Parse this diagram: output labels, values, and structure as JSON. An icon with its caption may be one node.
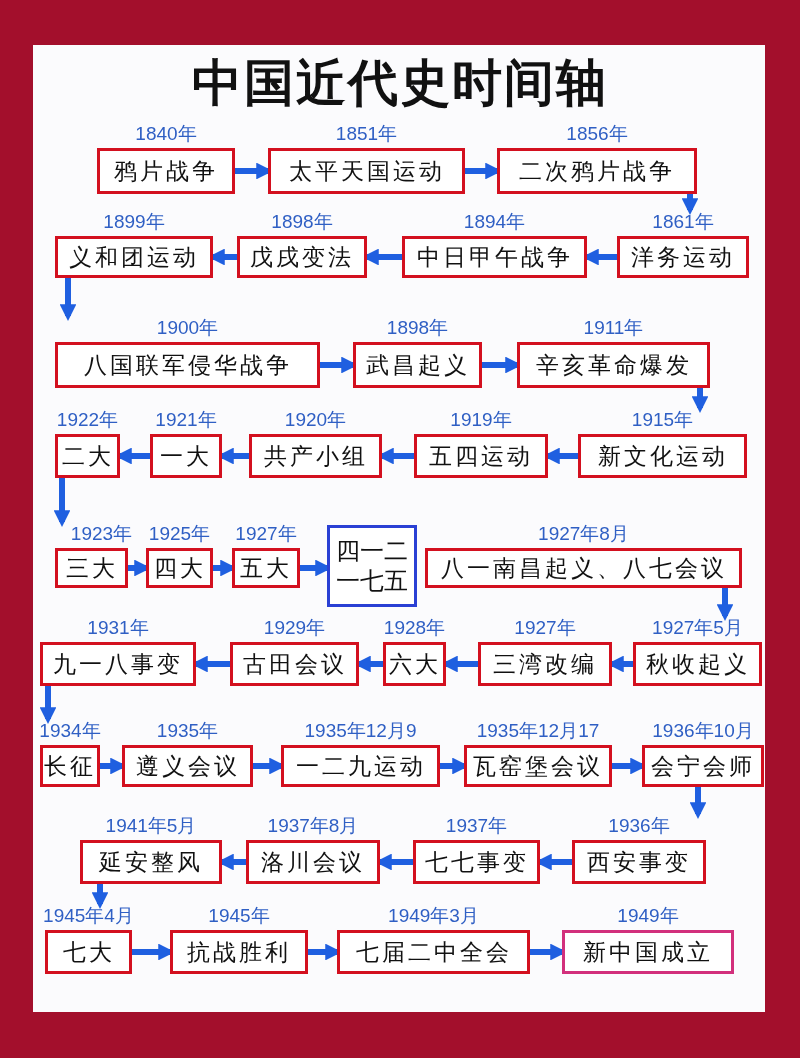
{
  "diagram": {
    "title": "中国近代史时间轴",
    "nodes": [
      {
        "text": [
          "1840年",
          "鸦片战争"
        ]
      },
      {
        "text": [
          "1851年",
          "太平天国运动"
        ]
      },
      {
        "text": [
          "1856年",
          "二次鸦片战争"
        ]
      },
      {
        "text": [
          "1899年",
          "义和团运动"
        ]
      },
      {
        "text": [
          "1898年",
          "戊戌变法"
        ]
      },
      {
        "text": [
          "1894年",
          "中日甲午战争"
        ]
      },
      {
        "text": [
          "1861年",
          "洋务运动"
        ]
      },
      {
        "text": [
          "1900年",
          "八国联军侵华战争"
        ]
      },
      {
        "text": [
          "1898年",
          "武昌起义"
        ]
      },
      {
        "text": [
          "1911年",
          "辛亥革命爆发"
        ]
      },
      {
        "text": [
          "1922年",
          "二大"
        ]
      },
      {
        "text": [
          "1921年",
          "一大"
        ]
      },
      {
        "text": [
          "1920年",
          "共产小组"
        ]
      },
      {
        "text": [
          "1919年",
          "五四运动"
        ]
      },
      {
        "text": [
          "1915年",
          "新文化运动"
        ]
      },
      {
        "text": [
          "1923年",
          "三大"
        ]
      },
      {
        "text": [
          "1925年",
          "四大"
        ]
      },
      {
        "text": [
          "1927年",
          "五大"
        ]
      },
      {
        "text": [
          "四一二一七五"
        ]
      },
      {
        "text": [
          "1927年8月",
          "八一南昌起义、八七会议"
        ]
      },
      {
        "text": [
          "1931年",
          "九一八事变"
        ]
      },
      {
        "text": [
          "1929年",
          "古田会议"
        ]
      },
      {
        "text": [
          "1928年",
          "六大"
        ]
      },
      {
        "text": [
          "1927年",
          "三湾改编"
        ]
      },
      {
        "text": [
          "1927年5月",
          "秋收起义"
        ]
      },
      {
        "text": [
          "1934年",
          "长征"
        ]
      },
      {
        "text": [
          "1935年",
          "遵义会议"
        ]
      },
      {
        "text": [
          "1935年12月9",
          "一二九运动"
        ]
      },
      {
        "text": [
          "1935年12月17",
          "瓦窑堡会议"
        ]
      },
      {
        "text": [
          "1936年10月",
          "会宁会师"
        ]
      },
      {
        "text": [
          "1941年5月",
          "延安整风"
        ]
      },
      {
        "text": [
          "1937年8月",
          "洛川会议"
        ]
      },
      {
        "text": [
          "1937年",
          "七七事变"
        ]
      },
      {
        "text": [
          "1936年",
          "西安事变"
        ]
      },
      {
        "text": [
          "1945年4月",
          "七大"
        ]
      },
      {
        "text": [
          "1945年",
          "抗战胜利"
        ]
      },
      {
        "text": [
          "1949年3月",
          "七届二中全会"
        ]
      },
      {
        "text": [
          "1949年",
          "新中国成立"
        ]
      }
    ],
    "edges": [
      {
        "from": 0,
        "to": 1,
        "arrow": "to"
      },
      {
        "from": 1,
        "to": 2,
        "arrow": "to"
      },
      {
        "from": 2,
        "to": 6,
        "arrow": "to"
      },
      {
        "from": 6,
        "to": 5,
        "arrow": "to"
      },
      {
        "from": 5,
        "to": 4,
        "arrow": "to"
      },
      {
        "from": 4,
        "to": 3,
        "arrow": "to"
      },
      {
        "from": 3,
        "to": 7,
        "arrow": "to"
      },
      {
        "from": 7,
        "to": 8,
        "arrow": "to"
      },
      {
        "from": 8,
        "to": 9,
        "arrow": "to"
      },
      {
        "from": 9,
        "to": 14,
        "arrow": "to"
      },
      {
        "from": 14,
        "to": 13,
        "arrow": "to"
      },
      {
        "from": 13,
        "to": 12,
        "arrow": "to"
      },
      {
        "from": 12,
        "to": 11,
        "arrow": "to"
      },
      {
        "from": 11,
        "to": 10,
        "arrow": "to"
      },
      {
        "from": 10,
        "to": 15,
        "arrow": "to"
      },
      {
        "from": 15,
        "to": 16,
        "arrow": "to"
      },
      {
        "from": 16,
        "to": 17,
        "arrow": "to"
      },
      {
        "from": 17,
        "to": 18,
        "arrow": "to"
      },
      {
        "from": 19,
        "to": 24,
        "arrow": "to"
      },
      {
        "from": 24,
        "to": 23,
        "arrow": "to"
      },
      {
        "from": 23,
        "to": 22,
        "arrow": "to"
      },
      {
        "from": 22,
        "to": 21,
        "arrow": "to"
      },
      {
        "from": 21,
        "to": 20,
        "arrow": "to"
      },
      {
        "from": 20,
        "to": 25,
        "arrow": "to"
      },
      {
        "from": 25,
        "to": 26,
        "arrow": "to"
      },
      {
        "from": 26,
        "to": 27,
        "arrow": "to"
      },
      {
        "from": 27,
        "to": 28,
        "arrow": "to"
      },
      {
        "from": 28,
        "to": 29,
        "arrow": "to"
      },
      {
        "from": 29,
        "to": 33,
        "arrow": "to"
      },
      {
        "from": 33,
        "to": 32,
        "arrow": "to"
      },
      {
        "from": 32,
        "to": 31,
        "arrow": "to"
      },
      {
        "from": 31,
        "to": 30,
        "arrow": "to"
      },
      {
        "from": 30,
        "to": 34,
        "arrow": "to"
      },
      {
        "from": 34,
        "to": 35,
        "arrow": "to"
      },
      {
        "from": 35,
        "to": 36,
        "arrow": "to"
      },
      {
        "from": 36,
        "to": 37,
        "arrow": "to"
      }
    ]
  }
}
